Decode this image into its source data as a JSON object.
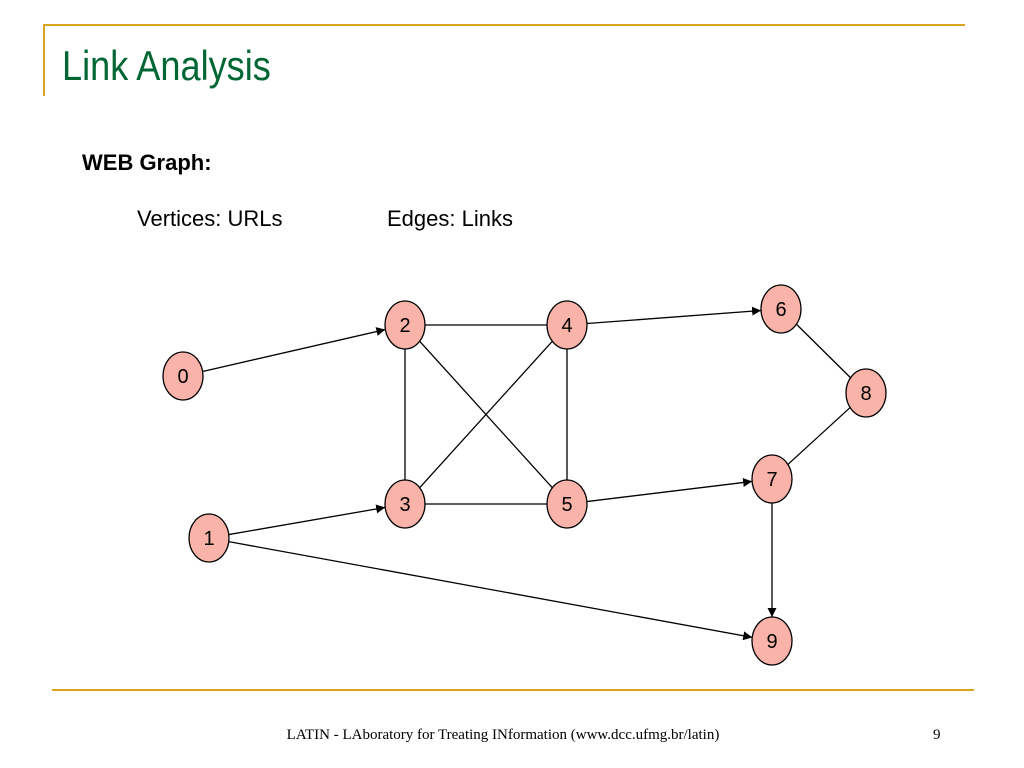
{
  "slide": {
    "title": "Link Analysis",
    "subtitle": "WEB Graph:",
    "vertices_text": "Vertices: URLs",
    "edges_text": "Edges: Links",
    "footer": "LATIN - LAboratory for Treating INformation (www.dcc.ufmg.br/latin)",
    "page_number": "9"
  },
  "colors": {
    "title": "#006633",
    "rule": "#d9a420",
    "node_fill": "#f9b3a8",
    "node_stroke": "#000000",
    "edge": "#000000"
  },
  "graph": {
    "nodes": [
      "0",
      "1",
      "2",
      "3",
      "4",
      "5",
      "6",
      "7",
      "8",
      "9"
    ],
    "edges": [
      {
        "from": "0",
        "to": "2",
        "directed": true
      },
      {
        "from": "1",
        "to": "3",
        "directed": true
      },
      {
        "from": "1",
        "to": "9",
        "directed": true
      },
      {
        "from": "2",
        "to": "4",
        "directed": false
      },
      {
        "from": "2",
        "to": "3",
        "directed": false
      },
      {
        "from": "2",
        "to": "5",
        "directed": false
      },
      {
        "from": "3",
        "to": "4",
        "directed": false
      },
      {
        "from": "3",
        "to": "5",
        "directed": false
      },
      {
        "from": "4",
        "to": "5",
        "directed": false
      },
      {
        "from": "4",
        "to": "6",
        "directed": true
      },
      {
        "from": "5",
        "to": "7",
        "directed": true
      },
      {
        "from": "6",
        "to": "8",
        "directed": false
      },
      {
        "from": "8",
        "to": "7",
        "directed": false
      },
      {
        "from": "7",
        "to": "9",
        "directed": true
      }
    ]
  }
}
